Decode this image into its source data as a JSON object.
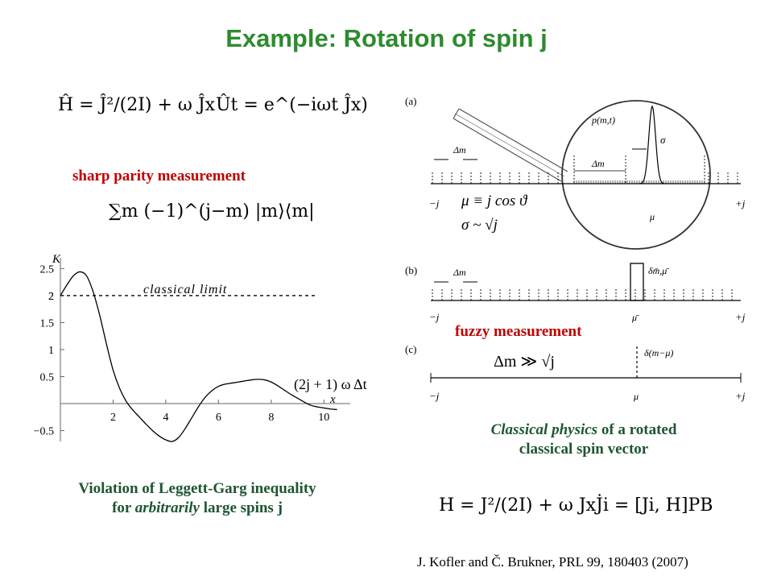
{
  "title": "Example: Rotation of spin j",
  "equations": {
    "hamiltonian_quantum": "Ĥ = Ĵ²/(2I) + ω Ĵx",
    "unitary": "Ût = e^(−iωt Ĵx)",
    "parity_operator": "∑m (−1)^(j−m) |m⟩⟨m|",
    "hamiltonian_classical": "H = J²/(2I) + ω Jx",
    "poisson": "J̇i = [Ji, H]PB",
    "fuzzy_condition": "Δm ≫ √j"
  },
  "labels": {
    "sharp": "sharp parity measurement",
    "fuzzy": "fuzzy measurement",
    "classical_limit": "classical limit",
    "violation_line1": "Violation of Leggett-Garg inequality",
    "violation_line2_pre": "for ",
    "violation_line2_em": "arbitrarily",
    "violation_line2_post": " large spins j",
    "classical_line1_em": "Classical physics",
    "classical_line1_post": " of a rotated",
    "classical_line2": "classical spin vector",
    "reference": "J. Kofler and Č. Brukner, PRL 99, 180403 (2007)"
  },
  "diagram": {
    "panel_a": "(a)",
    "panel_b": "(b)",
    "panel_c": "(c)",
    "minus_j": "−j",
    "plus_j": "+j",
    "delta_m": "Δm",
    "p_mt": "p(m,t)",
    "sigma": "σ",
    "mu": "μ",
    "mu_bar": "μ̄",
    "mu_def": "μ ≡ j cos ϑ",
    "sigma_def": "σ ~ √j",
    "kron_delta": "δm̄,μ̄",
    "dirac_delta": "δ(m−μ)"
  },
  "chart_data": {
    "type": "line",
    "title": "",
    "ylabel": "K",
    "xlabel": "x",
    "x_annotation": "(2j + 1) ω Δt",
    "xlim": [
      0,
      11
    ],
    "ylim": [
      -0.7,
      2.7
    ],
    "xticks": [
      2,
      4,
      6,
      8,
      10
    ],
    "yticks": [
      -0.5,
      0.5,
      1,
      1.5,
      2,
      2.5
    ],
    "ytick_labels": [
      "−0.5",
      "0.5",
      "1",
      "1.5",
      "2",
      "2.5"
    ],
    "classical_limit": 2,
    "series": [
      {
        "x": [
          0,
          0.25,
          0.5,
          0.75,
          1,
          1.25,
          1.5,
          1.75,
          2,
          2.25,
          2.5,
          2.75,
          3,
          3.25,
          3.5,
          3.75,
          4,
          4.25,
          4.5,
          4.75,
          5,
          5.25,
          5.5,
          5.75,
          6,
          6.25,
          6.5,
          6.75,
          7,
          7.25,
          7.5,
          7.75,
          8,
          8.25,
          8.5,
          8.75,
          9,
          9.25,
          9.5,
          9.75,
          10,
          10.25,
          10.5
        ],
        "y": [
          2.0,
          2.2,
          2.37,
          2.44,
          2.36,
          2.06,
          1.62,
          1.1,
          0.62,
          0.28,
          0.04,
          -0.12,
          -0.25,
          -0.38,
          -0.5,
          -0.6,
          -0.67,
          -0.7,
          -0.62,
          -0.45,
          -0.25,
          -0.05,
          0.12,
          0.24,
          0.32,
          0.36,
          0.38,
          0.4,
          0.42,
          0.44,
          0.45,
          0.44,
          0.4,
          0.33,
          0.25,
          0.17,
          0.1,
          0.03,
          -0.03,
          -0.06,
          -0.08,
          -0.1,
          -0.11
        ]
      }
    ]
  }
}
